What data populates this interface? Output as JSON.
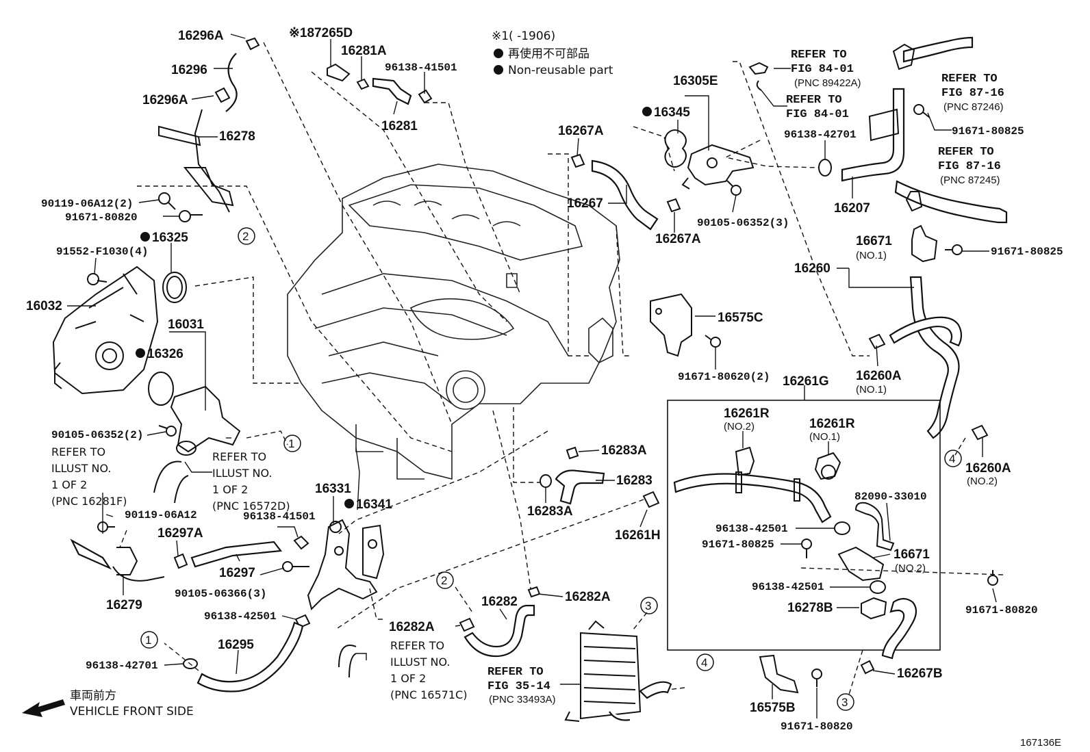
{
  "legend": {
    "note_line": "※1(    -1906)",
    "non_reusable_jp": "再使用不可部品",
    "non_reusable_en": "Non-reusable part"
  },
  "direction": {
    "jp": "車両前方",
    "en": "VEHICLE FRONT SIDE"
  },
  "figure_code": "167136E",
  "labels": {
    "p16296A_top": "16296A",
    "p16296": "16296",
    "p16296A_bot": "16296A",
    "p16278": "16278",
    "p90119_2": "90119-06A12(2)",
    "p91671_80820_a": "91671-80820",
    "p16325": "16325",
    "p91552": "91552-F1030(4)",
    "p16032": "16032",
    "p16031": "16031",
    "p16326": "16326",
    "p90105_2": "90105-06352(2)",
    "p87265D": "※187265D",
    "p16281A": "16281A",
    "p96138_41501_a": "96138-41501",
    "p16281": "16281",
    "p16267A_a": "16267A",
    "p16267": "16267",
    "p16267A_b": "16267A",
    "p16345": "16345",
    "p16305E": "16305E",
    "p90105_3": "90105-06352(3)",
    "p96138_42701_a": "96138-42701",
    "p16207": "16207",
    "p91671_80825_a": "91671-80825",
    "p16671_1": "16671",
    "p16671_1_no": "(NO.1)",
    "p91671_80825_b": "91671-80825",
    "p16260": "16260",
    "p16575C": "16575C",
    "p91671_80620": "91671-80620(2)",
    "p16260A_1": "16260A",
    "p16260A_1_no": "(NO.1)",
    "p16261G": "16261G",
    "p16261R_2": "16261R",
    "p16261R_2_no": "(NO.2)",
    "p16261R_1": "16261R",
    "p16261R_1_no": "(NO.1)",
    "p82090": "82090-33010",
    "p96138_42501_b": "96138-42501",
    "p91671_80825_c": "91671-80825",
    "p16671_2": "16671",
    "p16671_2_no": "(NO.2)",
    "p96138_42501_c": "96138-42501",
    "p16278B": "16278B",
    "p16260A_2": "16260A",
    "p16260A_2_no": "(NO.2)",
    "p91671_80820_b": "91671-80820",
    "p16267B": "16267B",
    "p16575B": "16575B",
    "p91671_80820_c": "91671-80820",
    "p16283A_a": "16283A",
    "p16283": "16283",
    "p16283A_b": "16283A",
    "p16261H": "16261H",
    "p16331": "16331",
    "p16341": "16341",
    "p96138_41501_b": "96138-41501",
    "p90119_06A12": "90119-06A12",
    "p16297A": "16297A",
    "p16297": "16297",
    "p90105_06366": "90105-06366(3)",
    "p16279": "16279",
    "p96138_42501_a": "96138-42501",
    "p16295": "16295",
    "p96138_42701_b": "96138-42701",
    "p16282": "16282",
    "p16282A_a": "16282A",
    "p16282A_b": "16282A"
  },
  "refers": {
    "r84_01_a": [
      "REFER TO",
      "FIG 84-01",
      "(PNC 89422A)"
    ],
    "r84_01_b": [
      "REFER TO",
      "FIG 84-01"
    ],
    "r87_16_a": [
      "REFER TO",
      "FIG 87-16",
      "(PNC 87246)"
    ],
    "r87_16_b": [
      "REFER TO",
      "FIG 87-16",
      "(PNC 87245)"
    ],
    "r_illust_a": [
      "REFER TO",
      "ILLUST NO.",
      "1 OF 2",
      "(PNC 16281F)"
    ],
    "r_illust_b": [
      "REFER TO",
      "ILLUST NO.",
      "1 OF 2",
      "(PNC 16572D)"
    ],
    "r_illust_c": [
      "REFER TO",
      "ILLUST NO.",
      "1 OF 2",
      "(PNC 16571C)"
    ],
    "r35_14": [
      "REFER TO",
      "FIG 35-14",
      "(PNC 33493A)"
    ]
  },
  "callouts": {
    "c1": "1",
    "c2": "2",
    "c3": "3",
    "c4": "4"
  }
}
